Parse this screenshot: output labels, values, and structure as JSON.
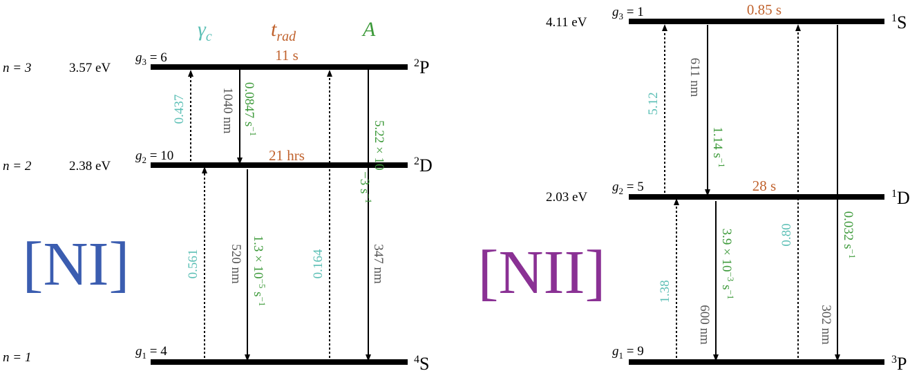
{
  "colors": {
    "level": "#000000",
    "arrow": "#000000",
    "wavelength_text": "#555555",
    "gamma": "#5bbfb5",
    "trad": "#c0622d",
    "A": "#3d9a3a",
    "ni_title": "#3b5db0",
    "nii_title": "#8a3194"
  },
  "header": {
    "gamma": "γ",
    "gamma_sub": "c",
    "trad": "t",
    "trad_sub": "rad",
    "A": "A"
  },
  "ni": {
    "title": "[NI]",
    "levels": [
      {
        "n": "n = 3",
        "energy": "3.57 eV",
        "g_sym": "g",
        "g_sub": "3",
        "g_val": " = 6",
        "term": "P",
        "term_sup": "2",
        "trad": "11 s"
      },
      {
        "n": "n = 2",
        "energy": "2.38 eV",
        "g_sym": "g",
        "g_sub": "2",
        "g_val": " = 10",
        "term": "D",
        "term_sup": "2",
        "trad": "21 hrs"
      },
      {
        "n": "n = 1",
        "energy": "",
        "g_sym": "g",
        "g_sub": "1",
        "g_val": " = 4",
        "term": "S",
        "term_sup": "4",
        "trad": ""
      }
    ],
    "transitions": {
      "d_to_p": {
        "gamma": "0.437",
        "wavelength": "1040 nm",
        "A": "0.0847 s",
        "A_sup": "−1"
      },
      "s_to_d": {
        "gamma": "0.561",
        "wavelength": "520 nm",
        "A": "1.3 × 10",
        "A_sup": "−5",
        "A_unit": " s",
        "A_unit_sup": "−1"
      },
      "s_to_p": {
        "gamma": "0.164",
        "wavelength": "347 nm",
        "A": "5.22 × 10",
        "A_sup": "−3",
        "A_unit": " s",
        "A_unit_sup": "−1"
      }
    }
  },
  "nii": {
    "title": "[NII]",
    "levels": [
      {
        "energy": "4.11 eV",
        "g_sym": "g",
        "g_sub": "3",
        "g_val": " = 1",
        "term": "S",
        "term_sup": "1",
        "trad": "0.85 s"
      },
      {
        "energy": "2.03 eV",
        "g_sym": "g",
        "g_sub": "2",
        "g_val": " = 5",
        "term": "D",
        "term_sup": "1",
        "trad": "28 s"
      },
      {
        "energy": "",
        "g_sym": "g",
        "g_sub": "1",
        "g_val": " = 9",
        "term": "P",
        "term_sup": "3",
        "trad": ""
      }
    ],
    "transitions": {
      "d_to_s": {
        "gamma": "5.12",
        "wavelength": "611 nm",
        "A": "1.14 s",
        "A_sup": "−1"
      },
      "p_to_d": {
        "gamma": "1.38",
        "wavelength": "600 nm",
        "A": "3.9 × 10",
        "A_sup": "−3",
        "A_unit": " s",
        "A_unit_sup": "−1"
      },
      "p_to_s": {
        "gamma": "0.80",
        "wavelength": "302 nm",
        "A": "0.032 s",
        "A_sup": "−1"
      }
    }
  }
}
